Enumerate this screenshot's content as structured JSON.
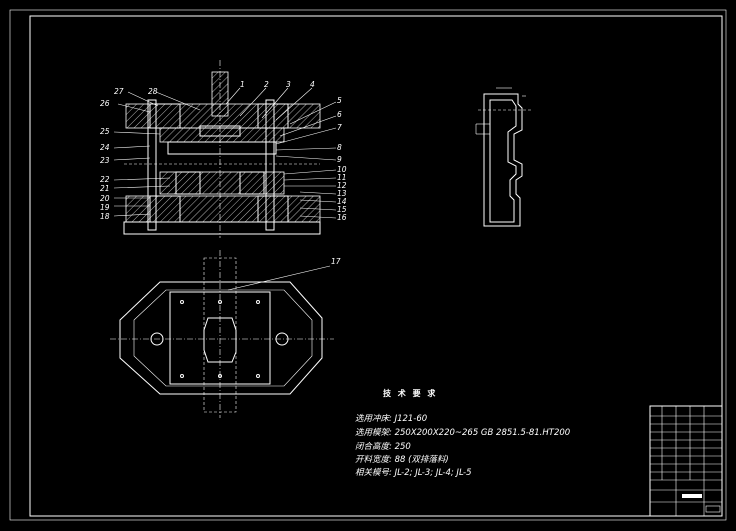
{
  "drawing": {
    "part_labels": [
      "1",
      "2",
      "3",
      "4",
      "5",
      "6",
      "7",
      "8",
      "9",
      "10",
      "11",
      "12",
      "13",
      "14",
      "15",
      "16",
      "17",
      "18",
      "19",
      "20",
      "21",
      "22",
      "23",
      "24",
      "25",
      "26",
      "27",
      "28"
    ],
    "tech_requirements": {
      "title": "技 术 要 求",
      "lines": [
        "选用冲床: J121-60",
        "选用模架: 250X200X220~265  GB  2851.5-81.HT200",
        "闭合高度: 250",
        "开料宽度: 88 (双排落料)",
        "相关模号: JL-2; JL-3; JL-4; JL-5"
      ]
    },
    "colors": {
      "background": "#000000",
      "lines": "#ffffff"
    }
  }
}
